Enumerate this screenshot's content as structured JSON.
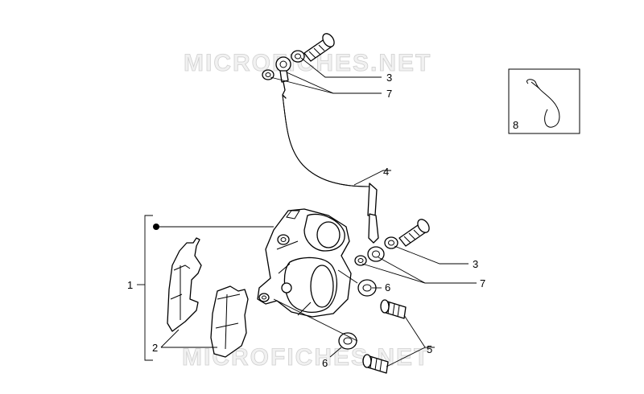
{
  "watermark": "MICROFICHES.NET",
  "callouts": {
    "c1": "1",
    "c2": "2",
    "c3_top": "3",
    "c3_mid": "3",
    "c4": "4",
    "c5": "5",
    "c6_mid": "6",
    "c6_bottom": "6",
    "c7_top": "7",
    "c7_mid": "7",
    "c8": "8"
  }
}
